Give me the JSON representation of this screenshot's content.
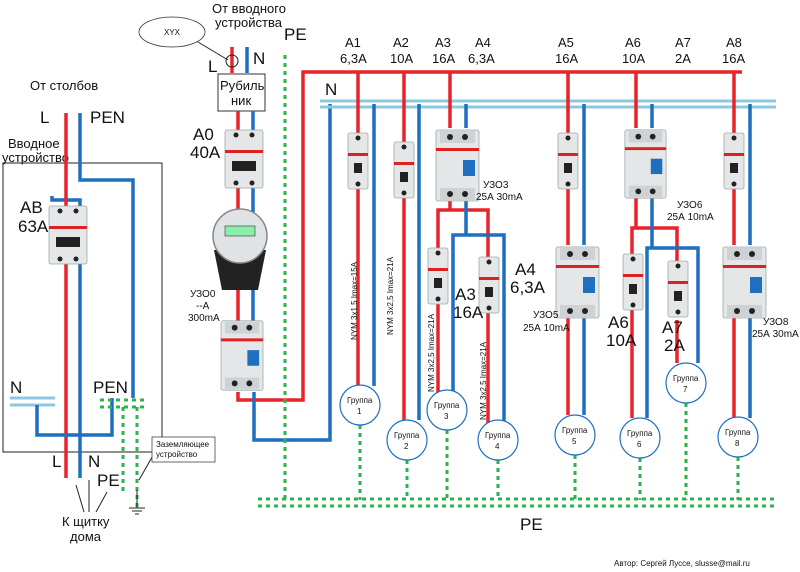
{
  "labels": {
    "from_poles": "От столбов",
    "L": "L",
    "PEN": "PEN",
    "N": "N",
    "PE": "PE",
    "input_device_1": "Вводное",
    "input_device_2": "устройство",
    "AB": "АВ",
    "AB_rating": "63А",
    "to_house_1": "К щитку",
    "to_house_2": "дома",
    "grounding_1": "Заземляющее",
    "grounding_2": "устройство",
    "from_input_1": "От вводного",
    "from_input_2": "устройства",
    "seal": "XYX",
    "switch_1": "Рубиль",
    "switch_2": "ник",
    "A0": "А0",
    "A0_rating": "40А",
    "rcd0": "УЗО0",
    "rcd0_rating": "--А",
    "rcd0_current": "300mA",
    "bus_N": "N",
    "bus_PE": "PE",
    "author": "Автор: Сергей Луссе, slusse@mail.ru"
  },
  "breakers_top": [
    {
      "name": "А1",
      "rating": "6,3А"
    },
    {
      "name": "А2",
      "rating": "10А"
    },
    {
      "name": "А3",
      "rating": "16А"
    },
    {
      "name": "А4",
      "rating": "6,3А"
    },
    {
      "name": "А5",
      "rating": "16А"
    },
    {
      "name": "А6",
      "rating": "10А"
    },
    {
      "name": "А7",
      "rating": "2А"
    },
    {
      "name": "А8",
      "rating": "16А"
    }
  ],
  "sub_breakers": {
    "A3": {
      "name": "А3",
      "rating": "16А"
    },
    "A4": {
      "name": "А4",
      "rating": "6,3А"
    },
    "A6": {
      "name": "А6",
      "rating": "10А"
    },
    "A7": {
      "name": "А7",
      "rating": "2А"
    }
  },
  "rcds": {
    "rcd3": {
      "name": "УЗО3",
      "rating": "25А 30mA"
    },
    "rcd5": {
      "name": "УЗО5",
      "rating": "25А 10mA"
    },
    "rcd6": {
      "name": "УЗО6",
      "rating": "25А 10mA"
    },
    "rcd8": {
      "name": "УЗО8",
      "rating": "25А 30mA"
    }
  },
  "cables": [
    "NYM 3x1,5 Imax=15A",
    "NYM 3x2,5 Imax=21A",
    "NYM 3x2,5 Imax=21A",
    "NYM 3x2,5 Imax=21A"
  ],
  "groups": [
    {
      "label": "Группа",
      "num": "1"
    },
    {
      "label": "Группа",
      "num": "2"
    },
    {
      "label": "Группа",
      "num": "3"
    },
    {
      "label": "Группа",
      "num": "4"
    },
    {
      "label": "Группа",
      "num": "5"
    },
    {
      "label": "Группа",
      "num": "6"
    },
    {
      "label": "Группа",
      "num": "7"
    },
    {
      "label": "Группа",
      "num": "8"
    }
  ],
  "colors": {
    "phase": "#e8242b",
    "neutral": "#1f6fc0",
    "pe": "#2db34a",
    "n_bus": "#8cc8e0"
  }
}
